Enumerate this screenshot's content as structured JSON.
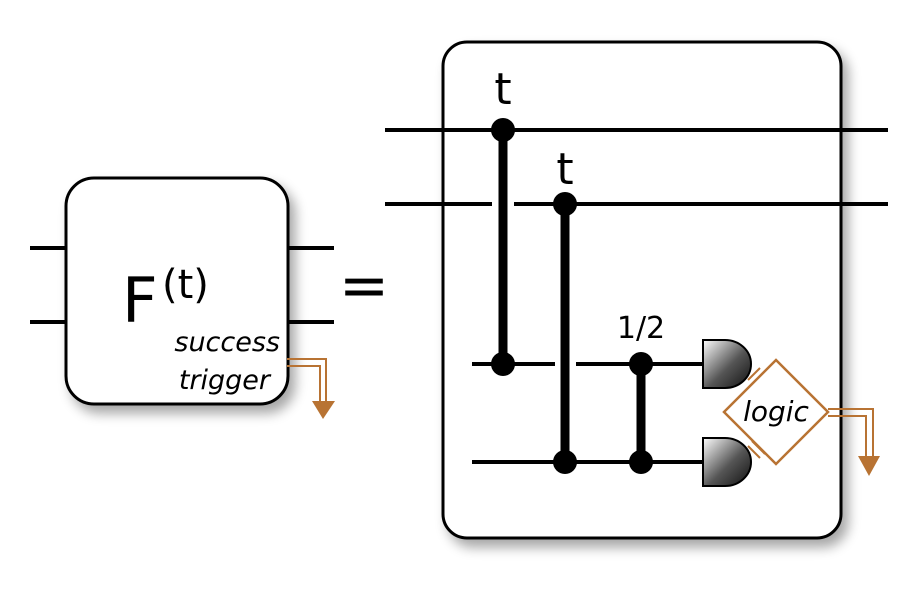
{
  "left_block": {
    "symbol": "F",
    "superscript": "(t)",
    "caption_line1": "success",
    "caption_line2": "trigger"
  },
  "equals_sign": "=",
  "circuit": {
    "label_t1": "t",
    "label_t2": "t",
    "label_half": "1/2",
    "logic_label": "logic"
  },
  "colors": {
    "wire": "#000000",
    "classical": "#b87333",
    "box_fill": "#ffffff",
    "shadow": "#bdbdbd"
  },
  "icons": [
    "detector-icon",
    "classical-output-arrow-icon"
  ]
}
